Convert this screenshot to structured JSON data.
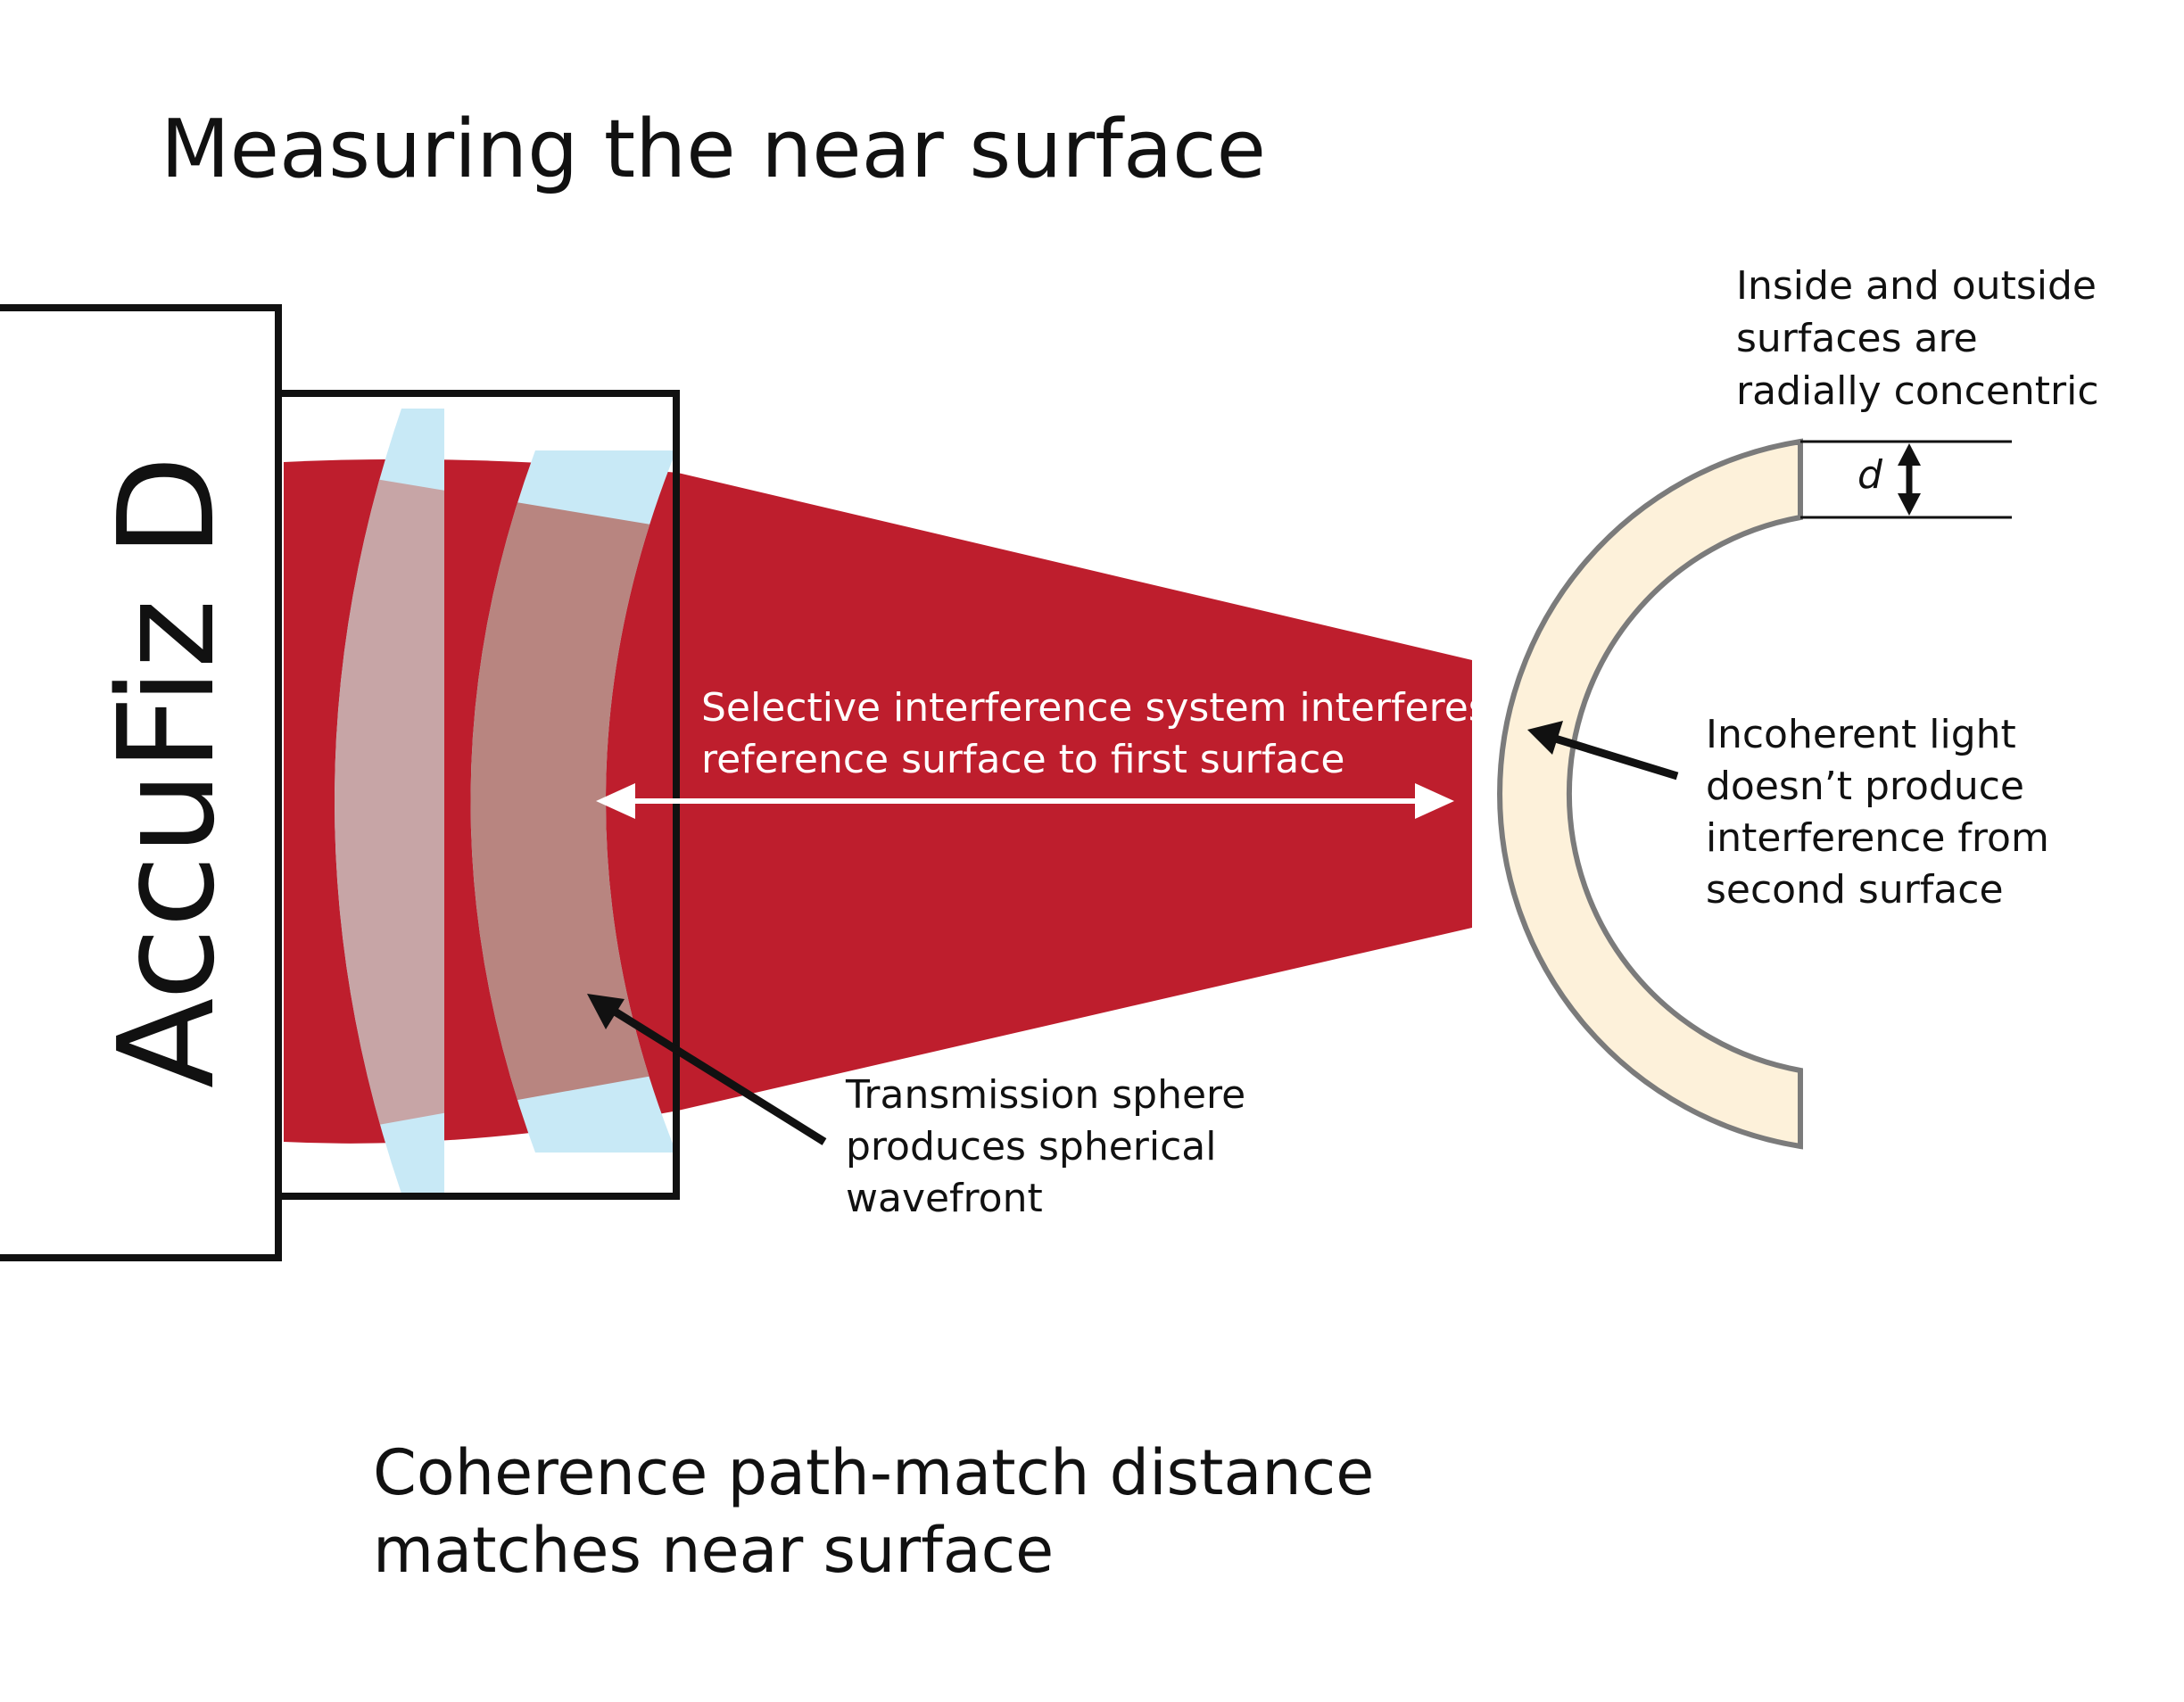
{
  "title": "Measuring the near surface",
  "device": {
    "label": "AccuFiz D"
  },
  "annotations": {
    "concentric": [
      "Inside and outside",
      "surfaces are",
      "radially concentric"
    ],
    "dimension": "d",
    "selective": [
      "Selective interference system interferes",
      "reference surface to first surface"
    ],
    "incoherent": [
      "Incoherent light",
      "doesn’t produce",
      "interference from",
      "second surface"
    ],
    "transmission": [
      "Transmission sphere",
      "produces spherical",
      "wavefront"
    ]
  },
  "footer": [
    "Coherence path-match distance",
    "matches near surface"
  ],
  "colors": {
    "beam": "#be1e2d",
    "lens": "#c8e9f6",
    "lens_overlay": "#c7a5a6",
    "lens_overlay_2": "#b88580",
    "shell_fill": "#fdf1da",
    "shell_stroke": "#7b7b7b",
    "outline": "#111111",
    "arrow_white": "#ffffff"
  }
}
